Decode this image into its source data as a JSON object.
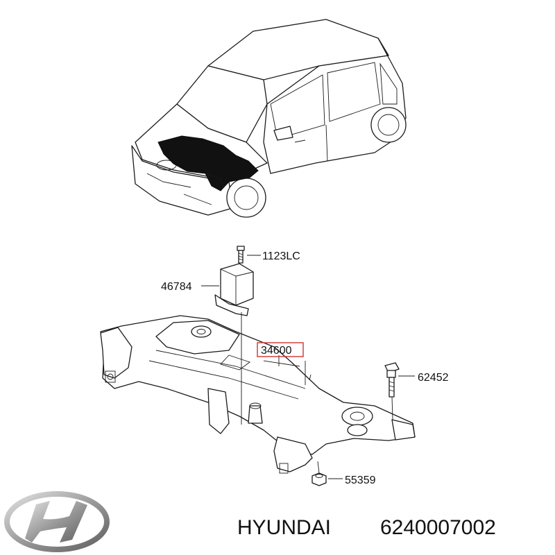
{
  "callouts": {
    "bolt_top": "1123LC",
    "bracket": "46784",
    "subframe": "34600",
    "bolt_right": "62452",
    "nut": "55359"
  },
  "footer": {
    "brand": "HYUNDAI",
    "part_number": "6240007002"
  },
  "colors": {
    "highlight_box": "#cc3333",
    "logo_silver": "#9a9a9a"
  }
}
